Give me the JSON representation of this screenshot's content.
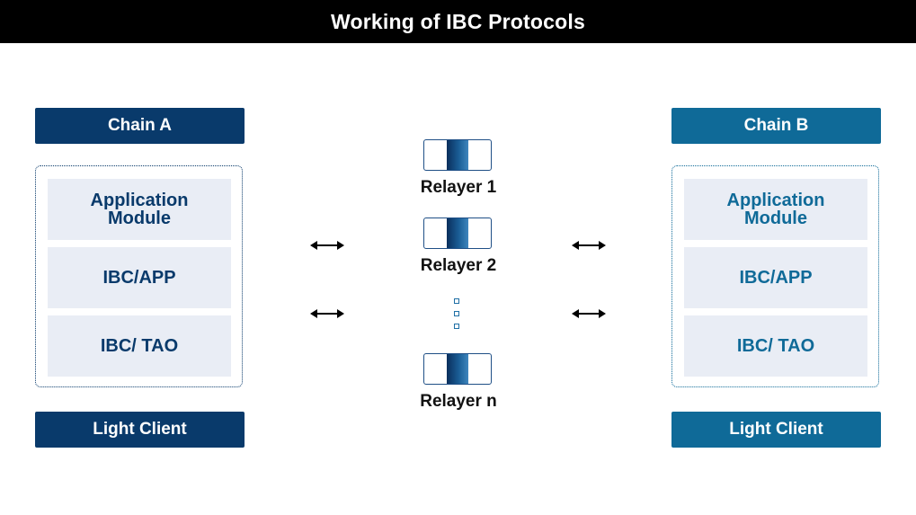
{
  "title": "Working of IBC Protocols",
  "colors": {
    "chain_a": "#093a6b",
    "chain_b": "#0f6a98",
    "module_bg": "#e9edf5",
    "title_bg": "#000000"
  },
  "chain_a": {
    "header": "Chain A",
    "modules": [
      "Application Module",
      "IBC/APP",
      "IBC/ TAO"
    ],
    "light_client": "Light Client"
  },
  "chain_b": {
    "header": "Chain B",
    "modules": [
      "Application Module",
      "IBC/APP",
      "IBC/ TAO"
    ],
    "light_client": "Light Client"
  },
  "relayers": [
    "Relayer 1",
    "Relayer 2",
    "Relayer n"
  ]
}
